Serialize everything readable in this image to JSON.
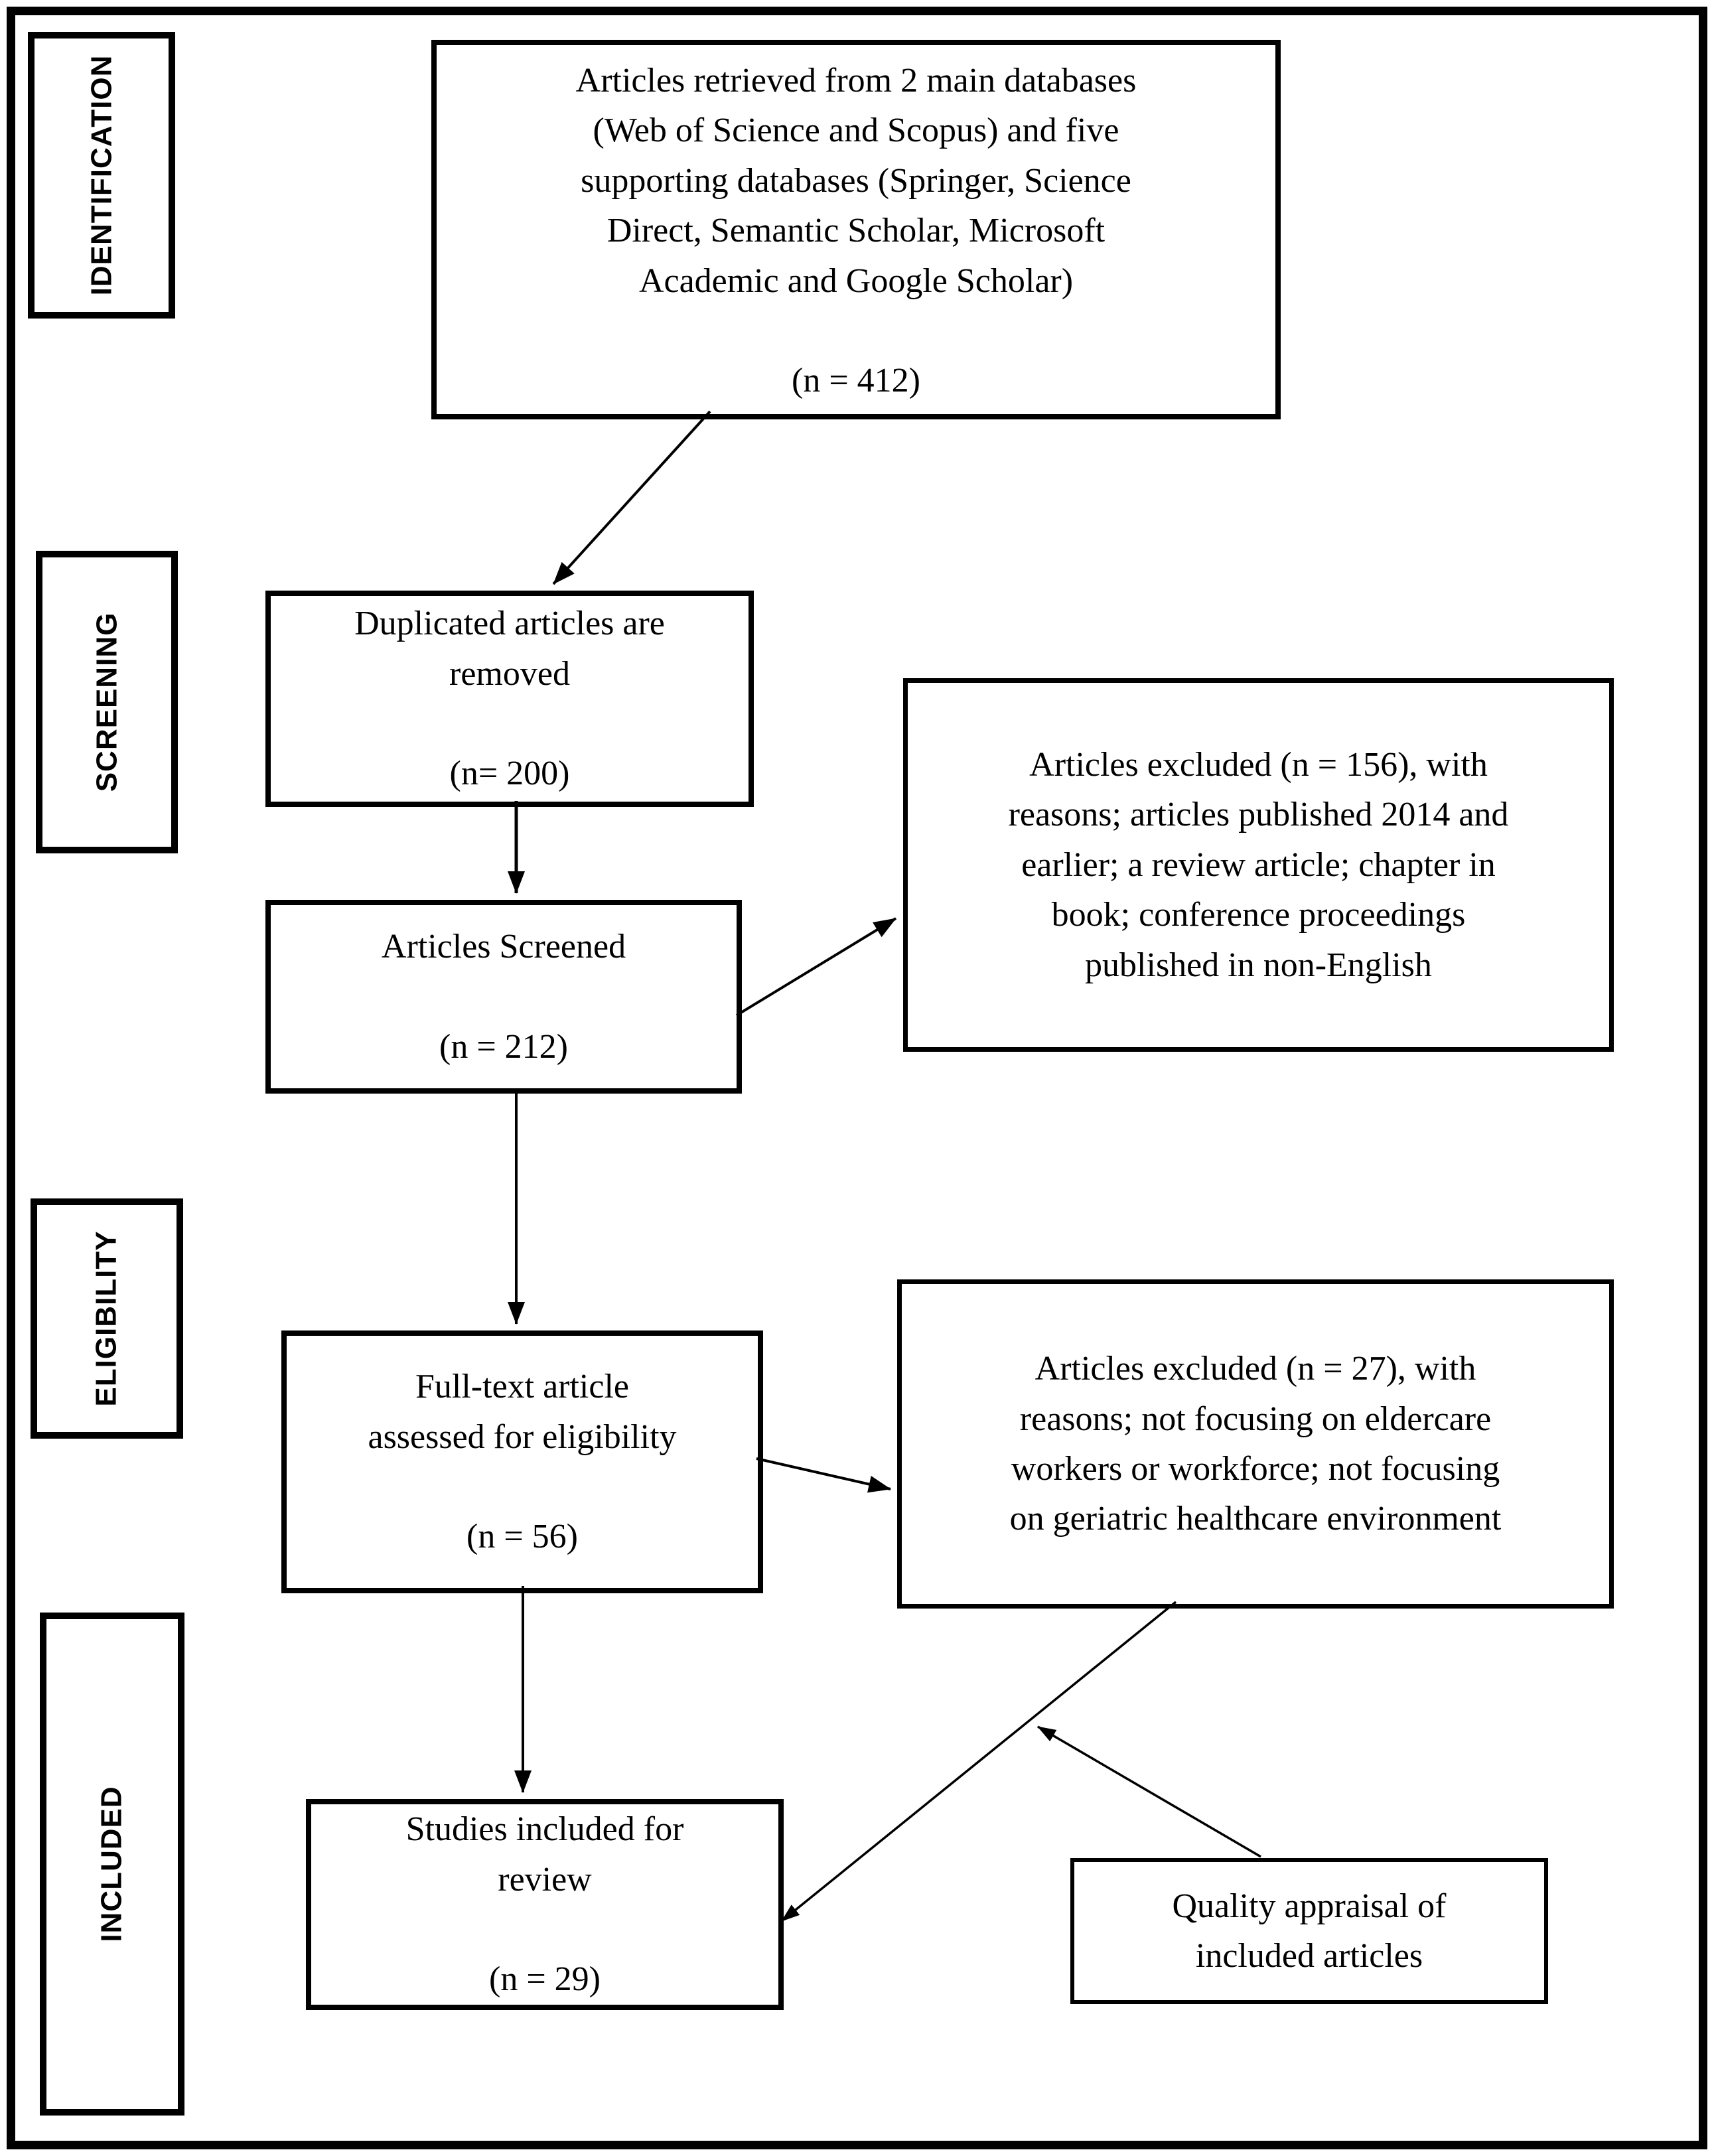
{
  "diagram": {
    "stages": [
      {
        "id": "identification",
        "label": "IDENTIFICATION"
      },
      {
        "id": "screening",
        "label": "SCREENING"
      },
      {
        "id": "eligibility",
        "label": "ELIGIBILITY"
      },
      {
        "id": "included",
        "label": "INCLUDED"
      }
    ],
    "boxes": {
      "retrieved": {
        "text": "Articles retrieved from 2 main databases\n(Web of Science and Scopus) and five\nsupporting databases (Springer, Science\nDirect, Semantic Scholar, Microsoft\nAcademic and Google Scholar)",
        "n": "(n = 412)"
      },
      "duplicates": {
        "text": "Duplicated articles are\nremoved",
        "n": "(n= 200)"
      },
      "screened": {
        "text": "Articles Screened",
        "n": "(n = 212)"
      },
      "excluded_screening": {
        "text": "Articles excluded (n = 156), with\nreasons; articles published 2014 and\nearlier; a review article; chapter in\nbook; conference proceedings\npublished in non-English"
      },
      "fulltext": {
        "text": "Full-text article\nassessed for eligibility",
        "n": "(n = 56)"
      },
      "excluded_eligibility": {
        "text": "Articles excluded (n = 27), with\nreasons; not focusing on eldercare\nworkers or workforce; not focusing\non geriatric healthcare environment"
      },
      "included": {
        "text": "Studies included for\nreview",
        "n": "(n = 29)"
      },
      "quality": {
        "text": "Quality appraisal of\nincluded articles"
      }
    },
    "colors": {
      "ink": "#000000",
      "paper": "#ffffff"
    }
  }
}
